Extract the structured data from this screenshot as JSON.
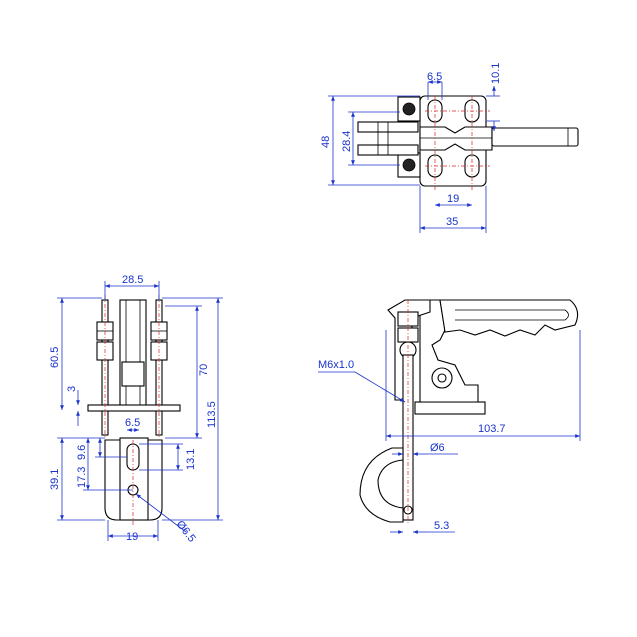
{
  "dimensions": {
    "top_6_5": "6.5",
    "top_10_1": "10.1",
    "top_48": "48",
    "top_28_4": "28.4",
    "top_19": "19",
    "top_35": "35",
    "front_28_5": "28.5",
    "front_60_5": "60.5",
    "front_70": "70",
    "front_113_5": "113.5",
    "front_3": "3",
    "front_6_5": "6.5",
    "front_17_3": "17.3",
    "front_9_6": "9.6",
    "front_13_1": "13.1",
    "front_39_1": "39.1",
    "front_19": "19",
    "front_dia_6_5": "Ø6.5",
    "side_thread": "M6x1.0",
    "side_103_7": "103.7",
    "side_dia_6": "Ø6",
    "side_5_3": "5.3"
  },
  "colors": {
    "outline": "#000000",
    "dimension": "#1a33cc",
    "centerline": "#e02020"
  }
}
